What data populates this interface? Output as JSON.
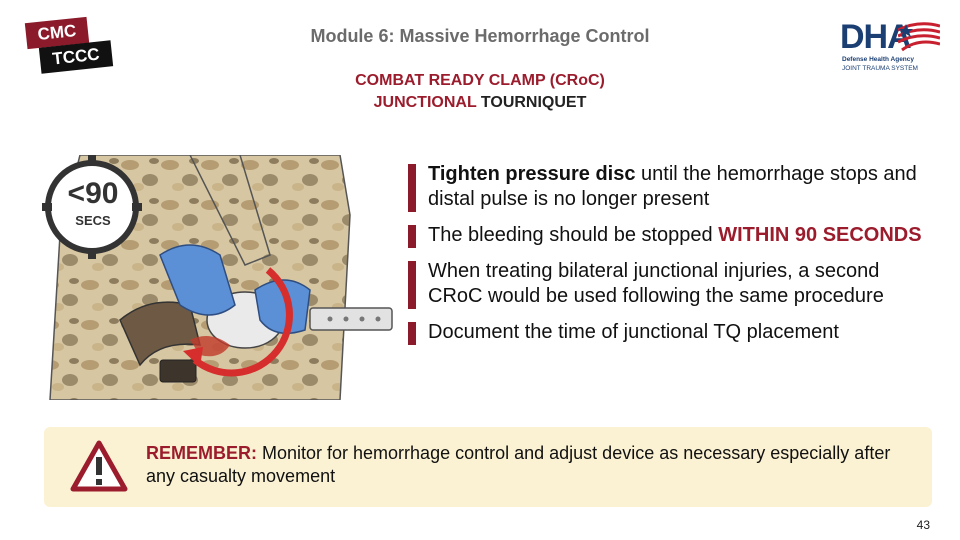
{
  "header": {
    "logo_line1": "CMC",
    "logo_line2": "TCCC",
    "module_title": "Module 6: Massive Hemorrhage Control",
    "dha_logo": "DHA",
    "dha_sub1": "Defense Health Agency",
    "dha_sub2": "JOINT TRAUMA SYSTEM"
  },
  "heading": {
    "line1": "COMBAT READY CLAMP (CRoC)",
    "line2_red": "JUNCTIONAL",
    "line2_dark": "TOURNIQUET"
  },
  "timer": {
    "value": "<90",
    "unit": "SECS"
  },
  "bullets": [
    {
      "bold": "Tighten pressure disc",
      "text": " until the hemorrhage stops and distal pulse is no longer present"
    },
    {
      "text": "The bleeding should be stopped ",
      "accent": "WITHIN 90 SECONDS"
    },
    {
      "text": "When treating bilateral junctional injuries, a second CRoC would be used following the same procedure"
    },
    {
      "text": "Document the time of junctional TQ placement"
    }
  ],
  "remember": {
    "label": "REMEMBER:",
    "text": " Monitor for hemorrhage control and adjust device as necessary especially after any casualty movement",
    "icon": "warning-triangle-icon"
  },
  "page_number": "43",
  "colors": {
    "accent_red": "#9b1c2c",
    "maroon": "#8b1a2b",
    "callout_bg": "#fbf2d3",
    "dha_blue": "#1b3f73"
  }
}
